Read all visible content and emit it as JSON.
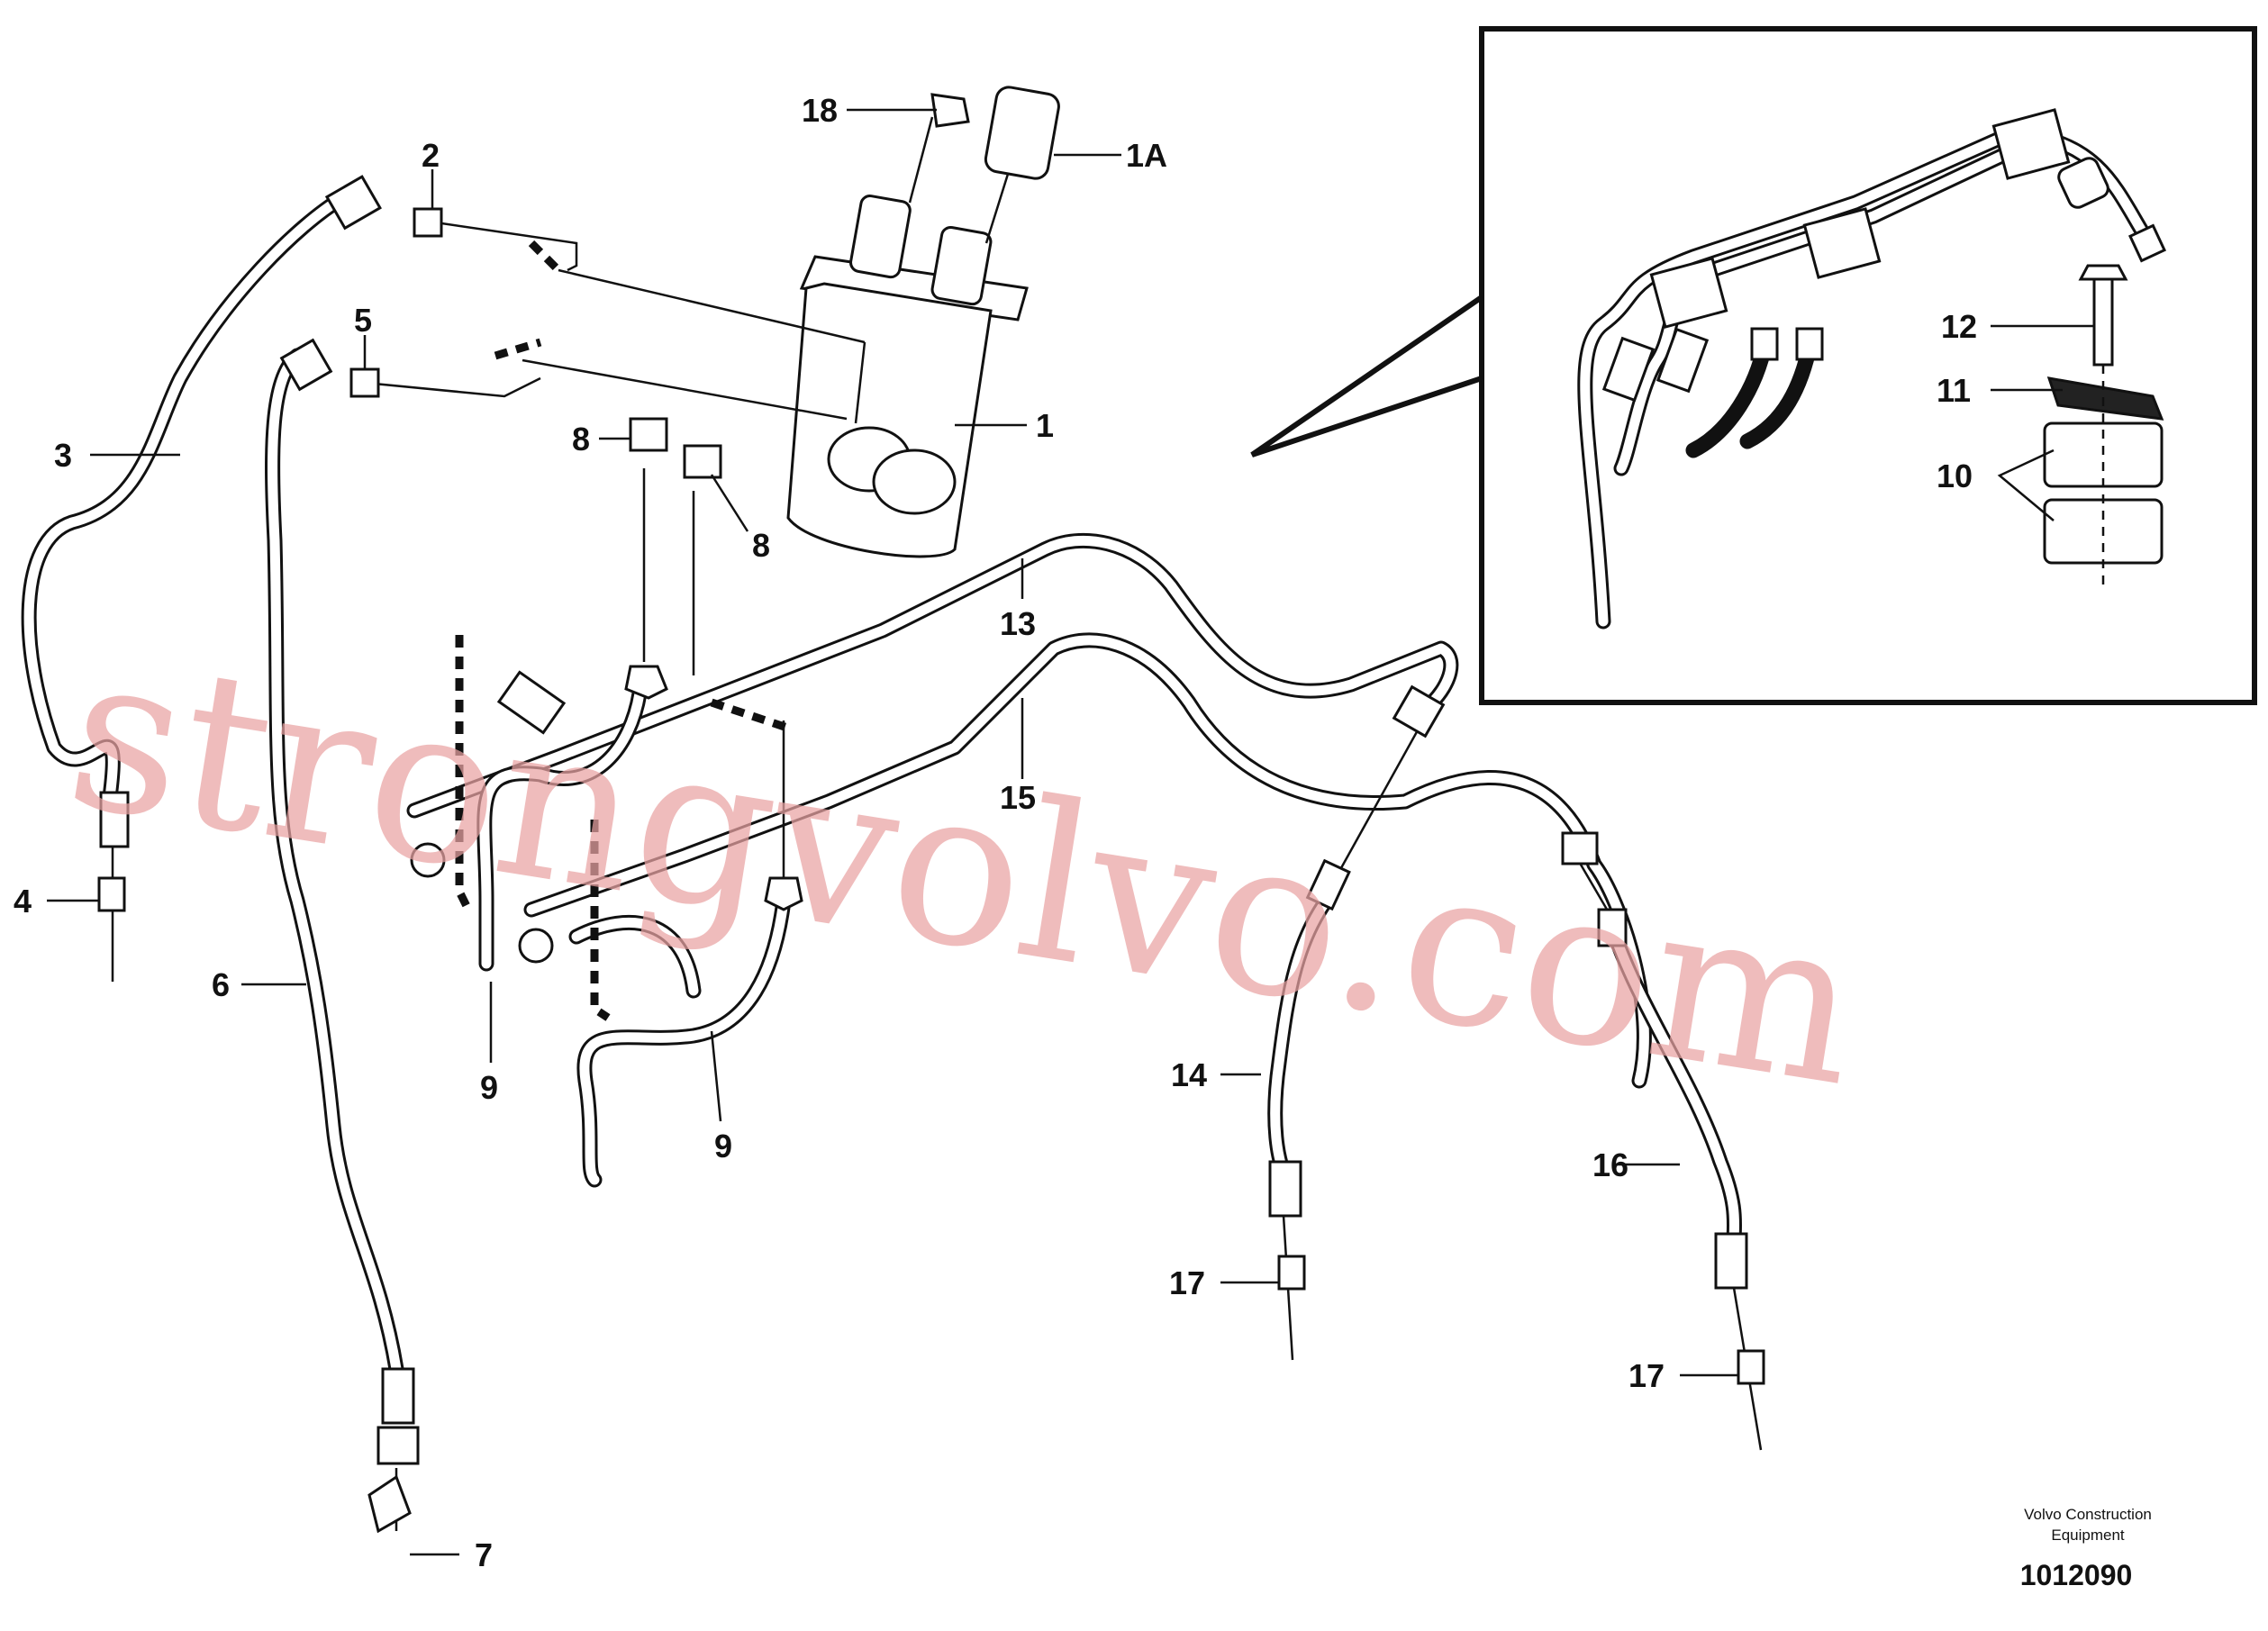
{
  "callouts": [
    {
      "id": "18",
      "text": "18"
    },
    {
      "id": "1A",
      "text": "1A"
    },
    {
      "id": "2",
      "text": "2"
    },
    {
      "id": "5",
      "text": "5"
    },
    {
      "id": "1",
      "text": "1"
    },
    {
      "id": "3",
      "text": "3"
    },
    {
      "id": "8a",
      "text": "8"
    },
    {
      "id": "8b",
      "text": "8"
    },
    {
      "id": "13",
      "text": "13"
    },
    {
      "id": "15",
      "text": "15"
    },
    {
      "id": "4",
      "text": "4"
    },
    {
      "id": "6",
      "text": "6"
    },
    {
      "id": "9a",
      "text": "9"
    },
    {
      "id": "9b",
      "text": "9"
    },
    {
      "id": "14",
      "text": "14"
    },
    {
      "id": "16",
      "text": "16"
    },
    {
      "id": "17a",
      "text": "17"
    },
    {
      "id": "17b",
      "text": "17"
    },
    {
      "id": "7",
      "text": "7"
    },
    {
      "id": "12",
      "text": "12"
    },
    {
      "id": "11",
      "text": "11"
    },
    {
      "id": "10",
      "text": "10"
    }
  ],
  "credit": {
    "line1": "Volvo Construction",
    "line2": "Equipment",
    "code": "1012090"
  },
  "watermark": "strongvolvo.com"
}
